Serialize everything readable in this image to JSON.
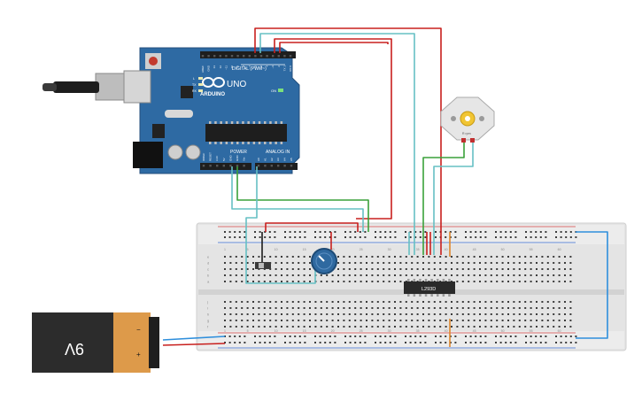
{
  "arduino": {
    "logo_text": "ARDUINO",
    "model": "UNO",
    "digital_header": "DIGITAL (PWM~)",
    "power_label": "POWER",
    "analog_label": "ANALOG IN",
    "led_labels": [
      "L",
      "TX",
      "RX"
    ],
    "on_label": "ON",
    "digital_pins": [
      "AREF",
      "GND",
      "13",
      "12",
      "~11",
      "~10",
      "~9",
      "8",
      "7",
      "~6",
      "~5",
      "4",
      "~3",
      "2",
      "TX 1",
      "RX 0"
    ],
    "power_pins": [
      "IOREF",
      "RESET",
      "3.3V",
      "5V",
      "GND",
      "GND",
      "Vin"
    ],
    "analog_pins": [
      "A0",
      "A1",
      "A2",
      "A3",
      "A4",
      "A5"
    ]
  },
  "motor": {
    "label": "R rpm"
  },
  "driver_chip": {
    "label": "L293D"
  },
  "battery": {
    "voltage_label": "9V",
    "minus_label": "−",
    "plus_label": "+"
  },
  "breadboard": {
    "column_numbers": [
      "1",
      "5",
      "10",
      "15",
      "20",
      "25",
      "30",
      "35",
      "40",
      "45",
      "50",
      "55",
      "60"
    ],
    "row_letters_top": [
      "a",
      "b",
      "c",
      "d",
      "e"
    ],
    "row_letters_bottom": [
      "f",
      "g",
      "h",
      "i",
      "j"
    ]
  },
  "colors": {
    "board": "#2e6aa3",
    "breadboard": "#e2e2e2",
    "wire_red": "#c8201e",
    "wire_cyan": "#66c0c4",
    "wire_green": "#3aa13a",
    "wire_black": "#1b1b1b",
    "wire_orange": "#e0862a",
    "wire_blue": "#2f8fdc",
    "battery_body": "#2c2c2c",
    "battery_cap": "#dd9a4a",
    "pot_knob": "#2f69a0"
  }
}
